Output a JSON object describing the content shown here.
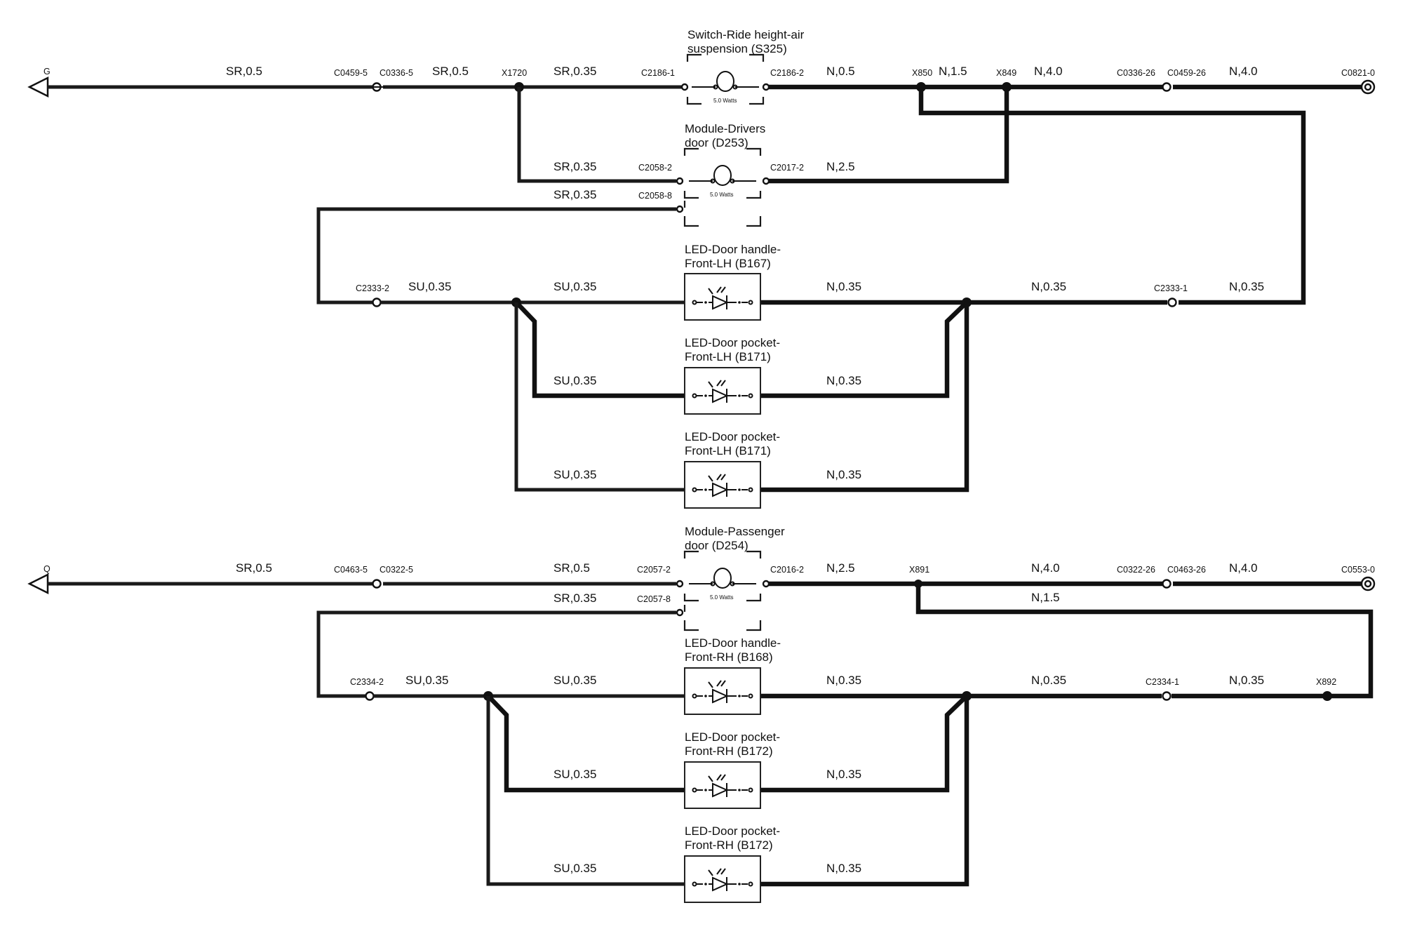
{
  "terminals": {
    "G": "G",
    "Q": "Q"
  },
  "wires": {
    "g_sr05_a": "SR,0.5",
    "g_sr05_b": "SR,0.5",
    "g_sr035": "SR,0.35",
    "g_n05": "N,0.5",
    "g_n15": "N,1.5",
    "g_n40_a": "N,4.0",
    "g_n40_b": "N,4.0",
    "drv_sr035": "SR,0.35",
    "drv_n25": "N,2.5",
    "drv_sr035_8": "SR,0.35",
    "lh_su035_a": "SU,0.35",
    "lh_su035_b": "SU,0.35",
    "lh_n035_a": "N,0.35",
    "lh_n035_b": "N,0.35",
    "lh_n035_c": "N,0.35",
    "lh_p1_su": "SU,0.35",
    "lh_p1_n": "N,0.35",
    "lh_p2_su": "SU,0.35",
    "lh_p2_n": "N,0.35",
    "q_sr05_a": "SR,0.5",
    "q_sr05_b": "SR,0.5",
    "q_n25": "N,2.5",
    "q_n40_a": "N,4.0",
    "q_n40_b": "N,4.0",
    "q_sr035_8": "SR,0.35",
    "q_n15": "N,1.5",
    "rh_su035_a": "SU,0.35",
    "rh_su035_b": "SU,0.35",
    "rh_n035_a": "N,0.35",
    "rh_n035_b": "N,0.35",
    "rh_n035_c": "N,0.35",
    "rh_p1_su": "SU,0.35",
    "rh_p1_n": "N,0.35",
    "rh_p2_su": "SU,0.35",
    "rh_p2_n": "N,0.35"
  },
  "connectors": {
    "c0459_5": "C0459-5",
    "c0336_5": "C0336-5",
    "x1720": "X1720",
    "c2186_1": "C2186-1",
    "c2186_2": "C2186-2",
    "x850": "X850",
    "x849": "X849",
    "c0336_26": "C0336-26",
    "c0459_26": "C0459-26",
    "c0821_0": "C0821-0",
    "c2058_2": "C2058-2",
    "c2017_2": "C2017-2",
    "c2058_8": "C2058-8",
    "c2333_2": "C2333-2",
    "c2333_1": "C2333-1",
    "c0463_5": "C0463-5",
    "c0322_5": "C0322-5",
    "c2057_2": "C2057-2",
    "c2016_2": "C2016-2",
    "x891": "X891",
    "c0322_26": "C0322-26",
    "c0463_26": "C0463-26",
    "c0553_0": "C0553-0",
    "c2057_8": "C2057-8",
    "c2334_2": "C2334-2",
    "c2334_1": "C2334-1",
    "x892": "X892"
  },
  "components": {
    "s325": {
      "line1": "Switch-Ride height-air",
      "line2": "suspension (S325)",
      "rating": "5.0 Watts"
    },
    "d253": {
      "line1": "Module-Drivers",
      "line2": "door (D253)",
      "rating": "5.0 Watts"
    },
    "b167": {
      "line1": "LED-Door handle-",
      "line2": "Front-LH (B167)"
    },
    "b171a": {
      "line1": "LED-Door pocket-",
      "line2": "Front-LH (B171)"
    },
    "b171b": {
      "line1": "LED-Door pocket-",
      "line2": "Front-LH (B171)"
    },
    "d254": {
      "line1": "Module-Passenger",
      "line2": "door (D254)",
      "rating": "5.0 Watts"
    },
    "b168": {
      "line1": "LED-Door handle-",
      "line2": "Front-RH (B168)"
    },
    "b172a": {
      "line1": "LED-Door pocket-",
      "line2": "Front-RH (B172)"
    },
    "b172b": {
      "line1": "LED-Door pocket-",
      "line2": "Front-RH (B172)"
    }
  }
}
